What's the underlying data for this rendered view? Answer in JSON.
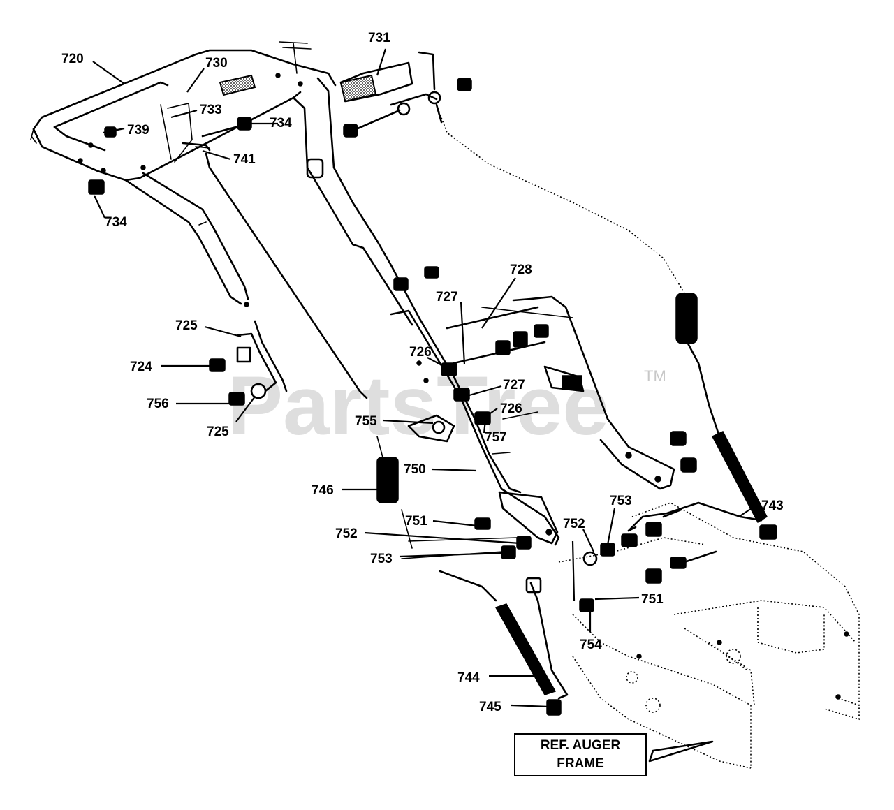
{
  "watermark": {
    "text": "PartsTree",
    "trademark": "TM"
  },
  "reference_box": {
    "line1": "REF. AUGER",
    "line2": "FRAME"
  },
  "callouts": {
    "c720": "720",
    "c730": "730",
    "c731": "731",
    "c733": "733",
    "c734a": "734",
    "c739": "739",
    "c741": "741",
    "c734b": "734",
    "c728": "728",
    "c727a": "727",
    "c726a": "726",
    "c727b": "727",
    "c726b": "726",
    "c757": "757",
    "c755": "755",
    "c725a": "725",
    "c724": "724",
    "c756": "756",
    "c725b": "725",
    "c750": "750",
    "c746": "746",
    "c751a": "751",
    "c752a": "752",
    "c753a": "753",
    "c752b": "752",
    "c753b": "753",
    "c743": "743",
    "c751b": "751",
    "c754": "754",
    "c744": "744",
    "c745": "745"
  }
}
